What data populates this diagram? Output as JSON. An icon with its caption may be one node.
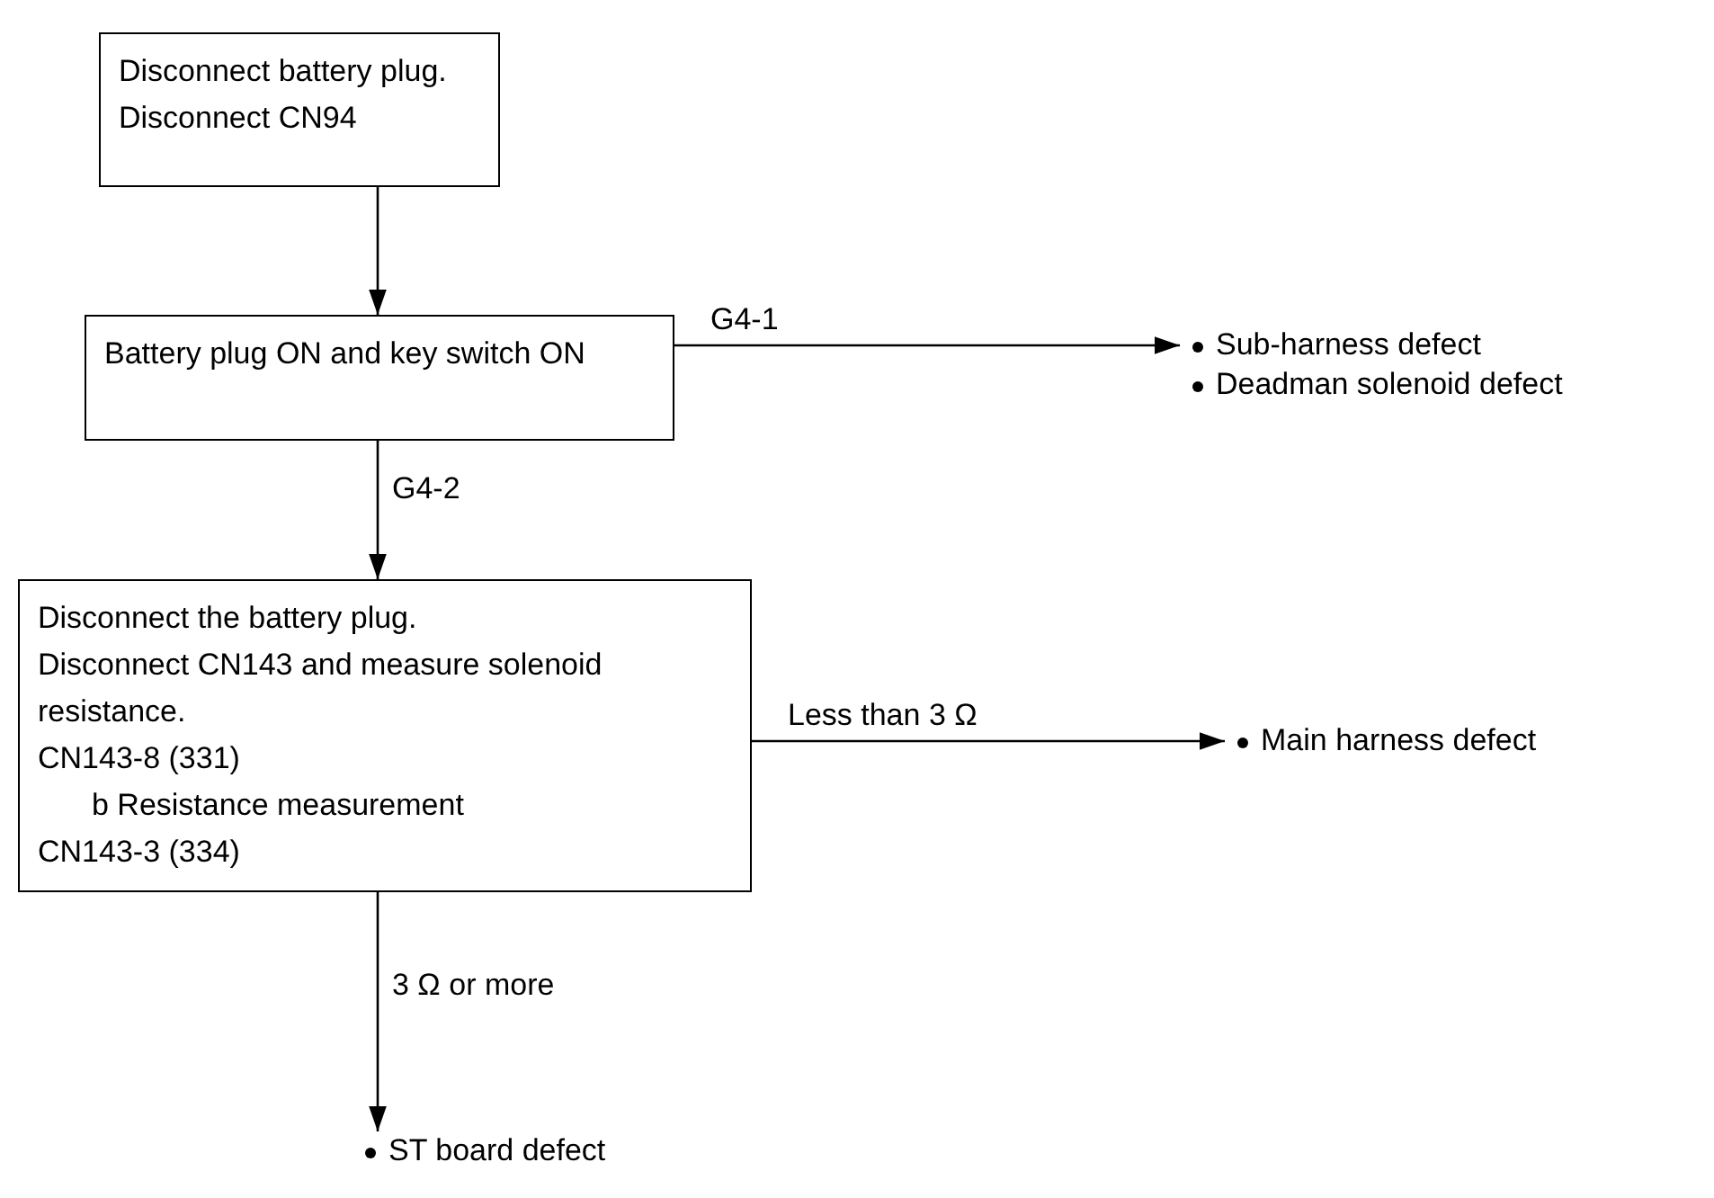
{
  "diagram": {
    "nodes": [
      {
        "text": [
          "Disconnect battery plug. Disconnect CN94"
        ]
      },
      {
        "text": [
          "Battery plug ON and key switch ON"
        ]
      },
      {
        "text": [
          "Sub-harness defect",
          "Deadman solenoid defect"
        ]
      },
      {
        "text": [
          "Disconnect the battery plug.",
          "Disconnect CN143 and measure solenoid resistance.",
          "CN143-8 (331)",
          "b Resistance measurement",
          "CN143-3 (334)"
        ]
      },
      {
        "text": [
          "Main harness defect"
        ]
      },
      {
        "text": [
          "ST board defect"
        ]
      }
    ],
    "edges": [
      {
        "from": 0,
        "to": 1,
        "arrow": "to"
      },
      {
        "from": 1,
        "to": 2,
        "arrow": "to",
        "label": "G4-1"
      },
      {
        "from": 1,
        "to": 3,
        "arrow": "to",
        "label": "G4-2"
      },
      {
        "from": 3,
        "to": 4,
        "arrow": "to",
        "label": "Less than 3 Ω"
      },
      {
        "from": 3,
        "to": 5,
        "arrow": "to",
        "label": "3 Ω or more"
      }
    ]
  }
}
